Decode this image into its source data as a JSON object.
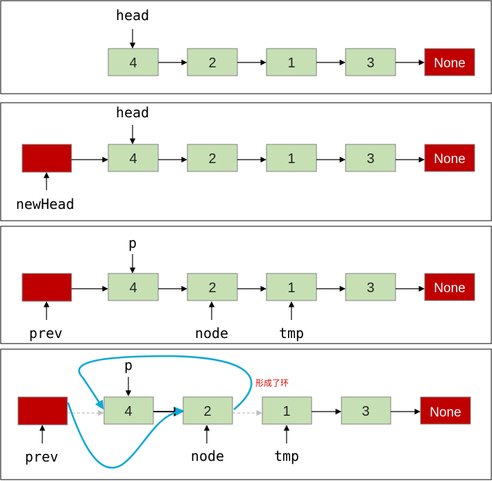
{
  "colors": {
    "node_fill": "#c6e0b4",
    "node_stroke": "#7f7f7f",
    "none_fill": "#c00000",
    "none_text": "#ffffff",
    "panel_stroke": "#000000",
    "loop_arrow": "#0fa8d8",
    "note_text": "#e00000",
    "dashed_arrow": "#bfbfbf"
  },
  "panels": [
    {
      "nodes": [
        "4",
        "2",
        "1",
        "3"
      ],
      "none_label": "None",
      "labels": {
        "head": "head"
      }
    },
    {
      "nodes": [
        "4",
        "2",
        "1",
        "3"
      ],
      "none_label": "None",
      "labels": {
        "head": "head",
        "newHead": "newHead"
      }
    },
    {
      "nodes": [
        "4",
        "2",
        "1",
        "3"
      ],
      "none_label": "None",
      "labels": {
        "p": "p",
        "prev": "prev",
        "node": "node",
        "tmp": "tmp"
      }
    },
    {
      "nodes": [
        "4",
        "2",
        "1",
        "3"
      ],
      "none_label": "None",
      "labels": {
        "p": "p",
        "prev": "prev",
        "node": "node",
        "tmp": "tmp"
      },
      "note": "形成了环"
    }
  ]
}
